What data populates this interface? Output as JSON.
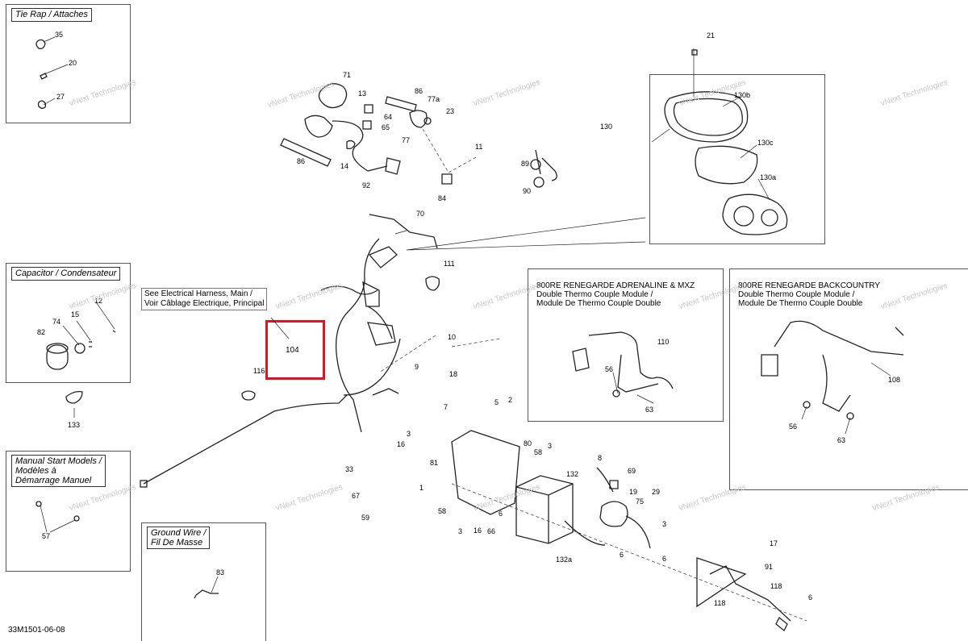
{
  "doc_code": "33M1501-06-08",
  "watermark": "vNext Technologies",
  "callout_note": {
    "line1": "See Electrical Harness, Main /",
    "line2": "Voir Câblage Electrique, Principal"
  },
  "highlight_label": "104",
  "boxes": {
    "tie_rap": {
      "title": "Tie Rap / Attaches",
      "parts": [
        "35",
        "20",
        "27"
      ]
    },
    "capacitor": {
      "title": "Capacitor / Condensateur",
      "parts": [
        "12",
        "15",
        "74",
        "82",
        "133"
      ]
    },
    "manual_start": {
      "title_lines": [
        "Manual Start Models /",
        "Modèles à",
        "Démarrage Manuel"
      ],
      "parts": [
        "57"
      ]
    },
    "ground_wire": {
      "title_lines": [
        "Ground Wire /",
        "Fil De Masse"
      ],
      "parts": [
        "83"
      ]
    },
    "adrenaline": {
      "title_lines": [
        "800RE RENEGARDE ADRENALINE & MXZ",
        "Double Thermo Couple Module /",
        "Module De Thermo Couple Double"
      ],
      "parts": [
        "110",
        "56",
        "63"
      ]
    },
    "backcountry": {
      "title_lines": [
        "800RE RENEGARDE BACKCOUNTRY",
        "Double Thermo Couple Module /",
        "Module De Thermo Couple Double"
      ],
      "parts": [
        "108",
        "56",
        "63"
      ]
    },
    "gauge": {
      "parts": [
        "130",
        "130b",
        "130c",
        "130a"
      ]
    }
  },
  "part_labels": [
    "21",
    "71",
    "13",
    "86",
    "77a",
    "23",
    "64",
    "65",
    "77",
    "86",
    "14",
    "92",
    "11",
    "89",
    "90",
    "84",
    "70",
    "111",
    "10",
    "9",
    "116",
    "18",
    "7",
    "5",
    "2",
    "3",
    "16",
    "80",
    "3",
    "33",
    "81",
    "58",
    "1",
    "8",
    "69",
    "132",
    "67",
    "59",
    "58",
    "19",
    "75",
    "29",
    "3",
    "16",
    "66",
    "6",
    "6",
    "3",
    "132a",
    "6",
    "17",
    "91",
    "118",
    "118",
    "6"
  ]
}
